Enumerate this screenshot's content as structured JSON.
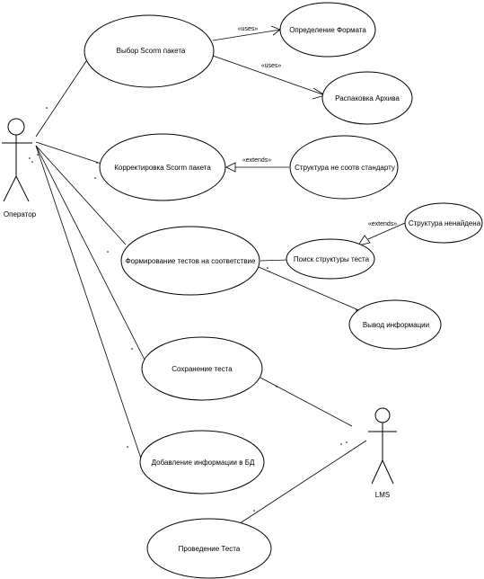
{
  "actors": {
    "operator": "Оператор",
    "lms": "LMS"
  },
  "use_cases": {
    "select_scorm": "Выбор Scorm пакета",
    "detect_format": "Определение Формата",
    "unpack_archive": "Распаковка Архива",
    "correct_scorm": "Корректировка Scorm пакета",
    "structure_mismatch": "Структура не соотв стандарту",
    "form_tests": "Формирование тестов на соответствие",
    "find_structure": "Поиск структуры теста",
    "structure_not_found": "Структура ненайдена",
    "output_info": "Вывод информации",
    "save_test": "Сохранение теста",
    "add_info_db": "Добавление информации в БД",
    "run_test": "Проведение Теста"
  },
  "stereotypes": {
    "uses_1": "«uses»",
    "uses_2": "«uses»",
    "extends_1": "«extends»",
    "extends_2": "«extends»"
  },
  "colors": {
    "line": "#000000",
    "fill": "#ffffff"
  }
}
